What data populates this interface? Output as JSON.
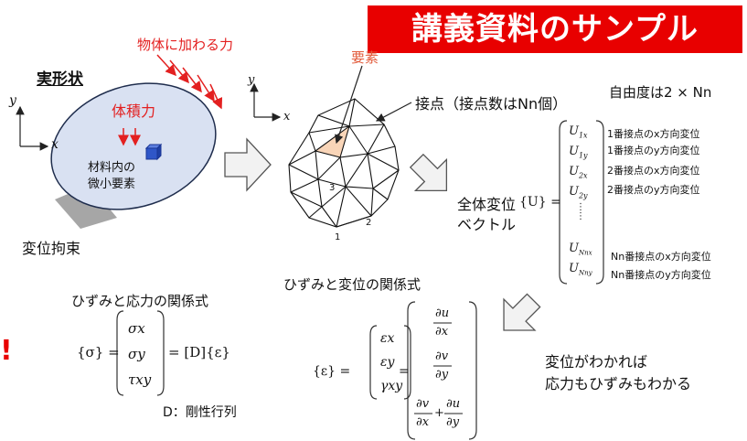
{
  "banner": "講義資料のサンプル",
  "left": {
    "force_label": "物体に加わる力",
    "shape_title": "実形状",
    "body_force": "体積力",
    "material_line1": "材料内の",
    "material_line2": "微小要素",
    "constraint": "変位拘束",
    "axis_y": "y",
    "axis_x": "x"
  },
  "mesh": {
    "element_label": "要素",
    "node_label": "接点（接点数はNn個）",
    "axis_y": "y",
    "axis_x": "x",
    "n1": "1",
    "n2": "2",
    "n3": "3"
  },
  "dof": {
    "title": "自由度は2 × Nn",
    "vector_line1": "全体変位",
    "vector_line2": "ベクトル",
    "vector_symbol": "{U} =",
    "entries": [
      {
        "sym": "U",
        "sub": "1x",
        "desc": "1番接点のx方向変位"
      },
      {
        "sym": "U",
        "sub": "1y",
        "desc": "1番接点のy方向変位"
      },
      {
        "sym": "U",
        "sub": "2x",
        "desc": "2番接点のx方向変位"
      },
      {
        "sym": "U",
        "sub": "2y",
        "desc": "2番接点のy方向変位"
      },
      {
        "sym": "U",
        "sub": "Nnx",
        "desc": "Nn番接点のx方向変位"
      },
      {
        "sym": "U",
        "sub": "Nny",
        "desc": "Nn番接点のy方向変位"
      }
    ]
  },
  "stress": {
    "title": "ひずみと応力の関係式",
    "lhs": "{σ} =",
    "vec": [
      "σx",
      "σy",
      "τxy"
    ],
    "rhs": "= [D]{ε}",
    "note": "D：剛性行列"
  },
  "strain": {
    "title": "ひずみと変位の関係式",
    "lhs": "{ε} =",
    "vec": [
      "εx",
      "εy",
      "γxy"
    ],
    "eq": "=",
    "r1n": "∂u",
    "r1d": "∂x",
    "r2n": "∂v",
    "r2d": "∂y",
    "r3an": "∂v",
    "r3ad": "∂x",
    "plus": "+",
    "r3bn": "∂u",
    "r3bd": "∂y"
  },
  "conclusion": {
    "line1": "変位がわかれば",
    "line2": "応力もひずみもわかる"
  },
  "edge_mark": "!",
  "colors": {
    "banner": "#e80000",
    "body_fill": "#d9e1f2",
    "element_fill": "#f9d5b8",
    "cube": "#2f56c8"
  }
}
